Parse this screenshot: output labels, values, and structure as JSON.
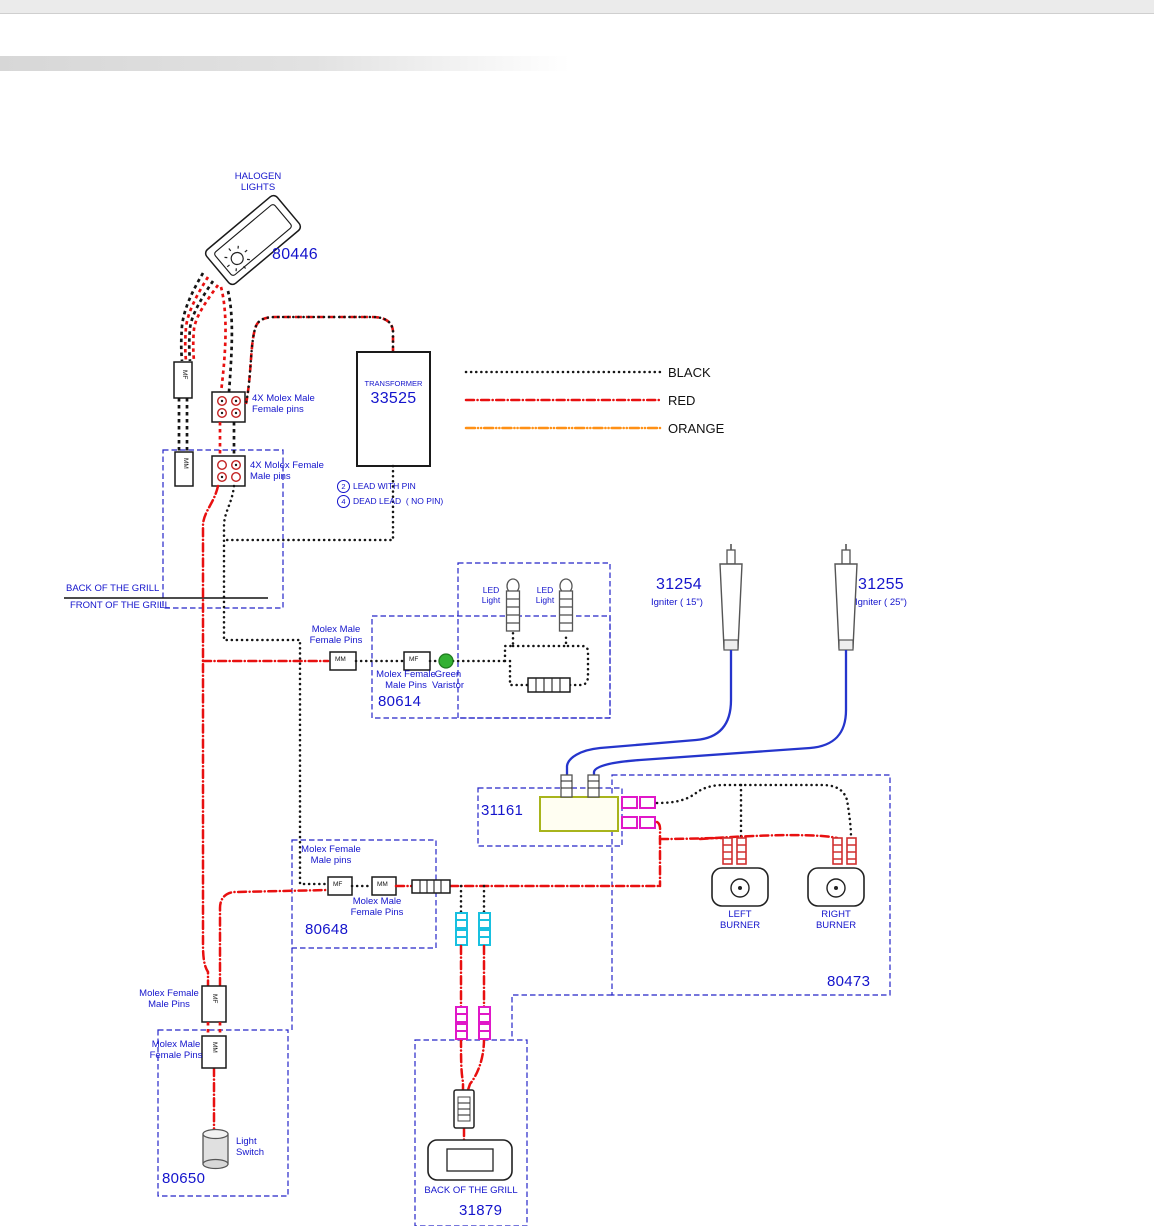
{
  "colors": {
    "label_blue": "#1414cc",
    "black_wire": "#151515",
    "red_wire": "#e81010",
    "orange_wire": "#ff9015",
    "igniter_wire": "#2535cc",
    "module_31161_border": "#a8b41c",
    "pink_connector": "#e018c8",
    "cyan_connector": "#18c0e0",
    "varistor_green": "#33b133"
  },
  "legend": {
    "black": "BLACK",
    "red": "RED",
    "orange": "ORANGE"
  },
  "notes": {
    "n2": "2",
    "n2_text": "LEAD WITH PIN",
    "n4": "4",
    "n4_text": "DEAD LEAD  ( NO PIN)"
  },
  "grill": {
    "back": "BACK OF THE GRILL",
    "front": "FRONT OF THE GRILL"
  },
  "tags": {
    "mf": "MF",
    "mm": "MM"
  },
  "parts": {
    "halogen": {
      "label": "HALOGEN\nLIGHTS",
      "pn": "80446"
    },
    "transformer": {
      "name": "TRANSFORMER",
      "pn": "33525"
    },
    "molex4x_male": "4X Molex Male\nFemale pins",
    "molex4x_female": "4X Molex Female\nMale pins",
    "led_harness": {
      "pn": "80614",
      "led": "LED\nLight",
      "molex_mf": "Molex Male\nFemale Pins",
      "molex_fm": "Molex Female\nMale Pins",
      "varistor": "Green\nVaristor"
    },
    "igniter15": {
      "pn": "31254",
      "desc": "Igniter  ( 15\")"
    },
    "igniter25": {
      "pn": "31255",
      "desc": "Igniter  ( 25\")"
    },
    "module": {
      "pn": "31161"
    },
    "harness": {
      "pn": "80648",
      "molex_fm": "Molex Female\nMale pins",
      "molex_mf": "Molex Male\nFemale Pins"
    },
    "burners": {
      "pn": "80473",
      "left": "LEFT\nBURNER",
      "right": "RIGHT\nBURNER"
    },
    "bottom": {
      "molex_fm": "Molex Female\nMale Pins",
      "molex_mf": "Molex Male\nFemale Pins"
    },
    "switch": {
      "pn": "80650",
      "label": "Light\nSwitch"
    },
    "inlet": {
      "pn": "31879",
      "label": "BACK OF THE GRILL"
    }
  }
}
